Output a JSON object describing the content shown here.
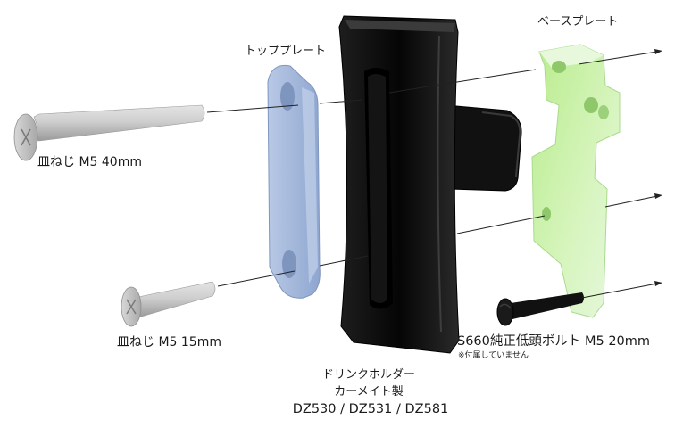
{
  "labels": {
    "top_plate": "トッププレート",
    "base_plate": "ベースプレート",
    "screw_40": "皿ねじ M5 40mm",
    "screw_15": "皿ねじ M5 15mm",
    "bolt": "S660純正低頭ボルト M5 20mm",
    "bolt_note": "※付属していません",
    "drink_holder_line1": "ドリンクホルダー",
    "drink_holder_line2": "カーメイト製",
    "models": "DZ530 / DZ531 / DZ581"
  },
  "colors": {
    "screw": "#c9c9c9",
    "top_plate": "#a9bddc",
    "holder": "#0c0c0c",
    "base_plate": "#c9f0a9",
    "bolt": "#151515",
    "leader_line": "#222222"
  }
}
